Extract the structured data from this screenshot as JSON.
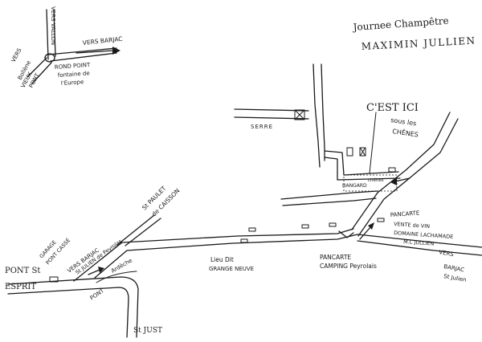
{
  "title": {
    "line1": "Journee Champêtre",
    "line2": "MAXIMIN JULLIEN"
  },
  "inset": {
    "vers_vallon": "VERS VALLON",
    "vers_barjac": "VERS BARJAC",
    "vers_bollene_1": "VERS",
    "vers_bollene_2": "Bollène",
    "vieux_pont_1": "VIEUX",
    "vieux_pont_2": "PONT",
    "rond_point_1": "ROND POINT",
    "rond_point_2": "fontaine de",
    "rond_point_3": "l'Europe"
  },
  "labels": {
    "serre": "SERRE",
    "cest_ici": "C'EST ICI",
    "sous_les_1": "sous les",
    "sous_les_2": "CHÊNES",
    "hangard": "HANGARD",
    "chenes_small": "chênes",
    "garage_1": "GARAGE",
    "garage_2": "PONT CASSÉ",
    "vers_barjac_main_1": "VERS BARJAC",
    "vers_barjac_main_2": "St JULIEN de Peyrolas",
    "st_paulet_1": "St PAULET",
    "st_paulet_2": "de CAISSON",
    "pont_st_esprit_1": "PONT St",
    "pont_st_esprit_2": "ESPRIT",
    "ardeche": "Ardèche",
    "pont": "PONT",
    "st_just": "St JUST",
    "lieu_dit_1": "Lieu Dit",
    "lieu_dit_2": "GRANGE NEUVE",
    "pancarte_camping_1": "PANCARTE",
    "pancarte_camping_2": "CAMPING Peyrolais",
    "pancarte_vin_1": "PANCARTE",
    "pancarte_vin_2": "VENTE de VIN",
    "pancarte_vin_3": "DOMAINE LACHAMADE",
    "pancarte_vin_4": "M.L JULLIEN",
    "vers_barjac_right_1": "VERS",
    "vers_barjac_right_2": "BARJAC",
    "vers_barjac_right_3": "St Julien"
  }
}
